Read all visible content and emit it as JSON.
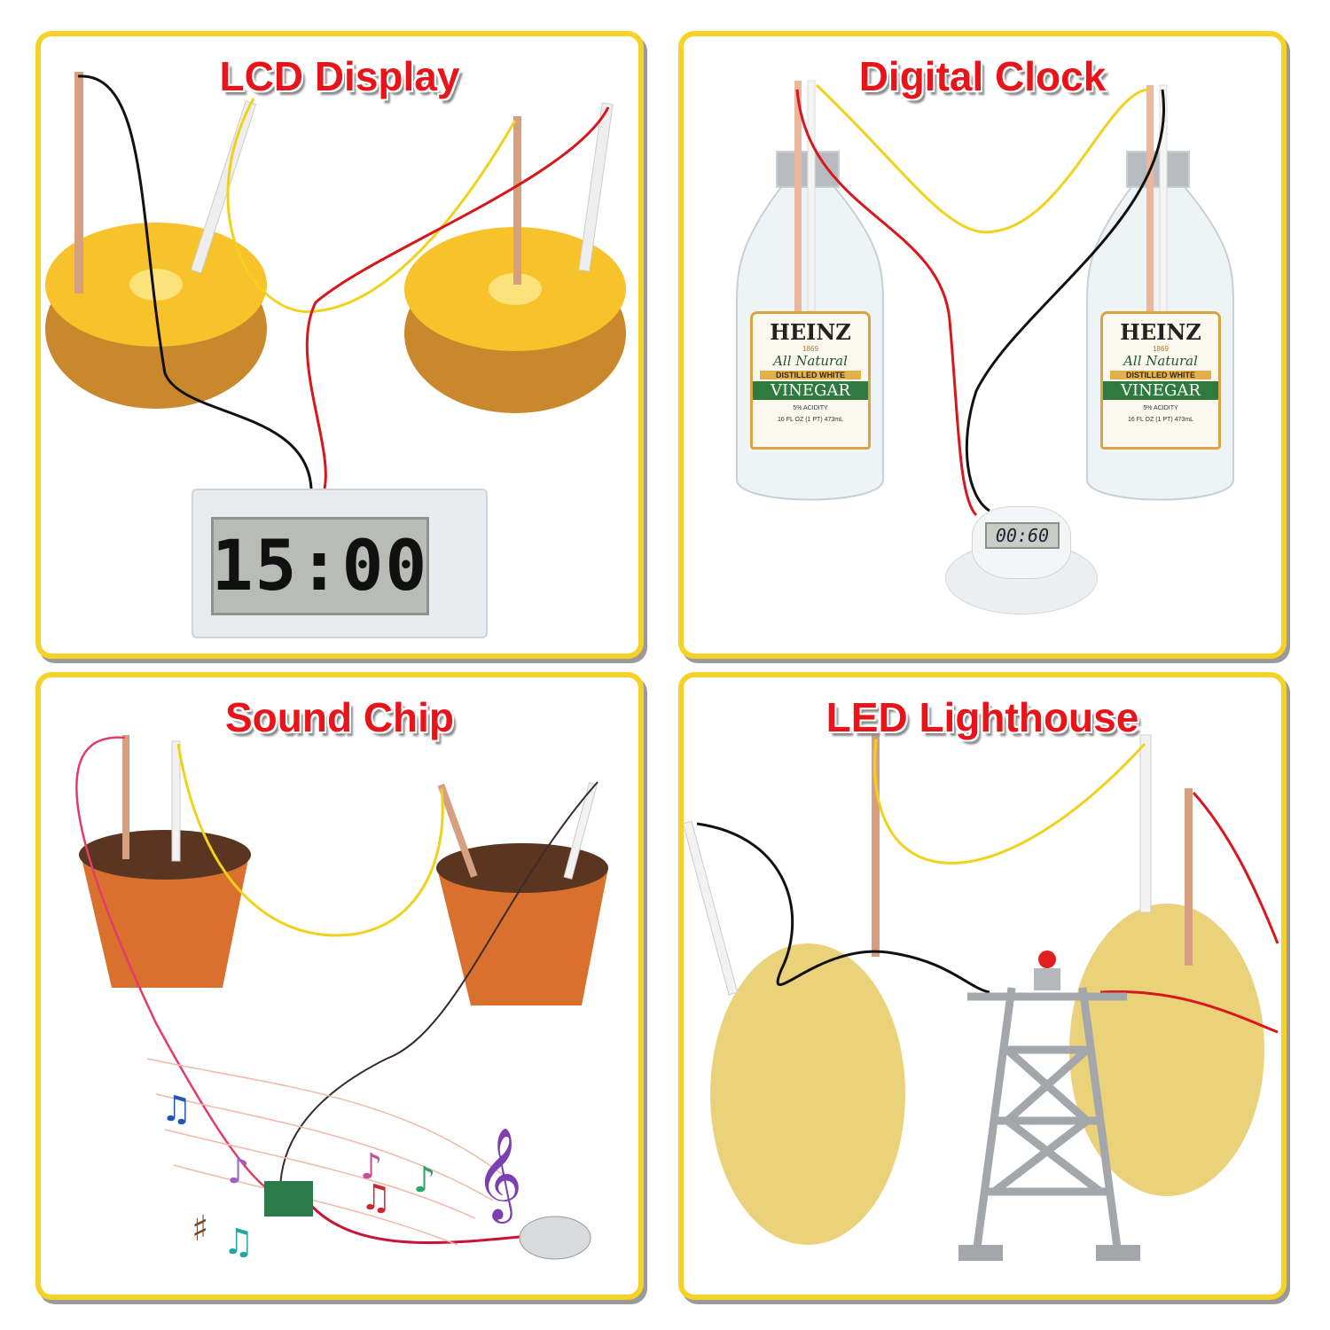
{
  "panels": [
    {
      "title": "LCD Display",
      "display_text": "15:00"
    },
    {
      "title": "Digital Clock",
      "display_text": "00:60",
      "bottle_label": {
        "brand": "HEINZ",
        "year": "1869",
        "tagline": "All Natural",
        "type": "DISTILLED WHITE",
        "product": "VINEGAR",
        "acidity": "5% ACIDITY",
        "volume": "16 FL OZ (1 PT) 473mL"
      }
    },
    {
      "title": "Sound Chip"
    },
    {
      "title": "LED Lighthouse"
    }
  ],
  "colors": {
    "border": "#f6d126",
    "title": "#e8141a"
  }
}
